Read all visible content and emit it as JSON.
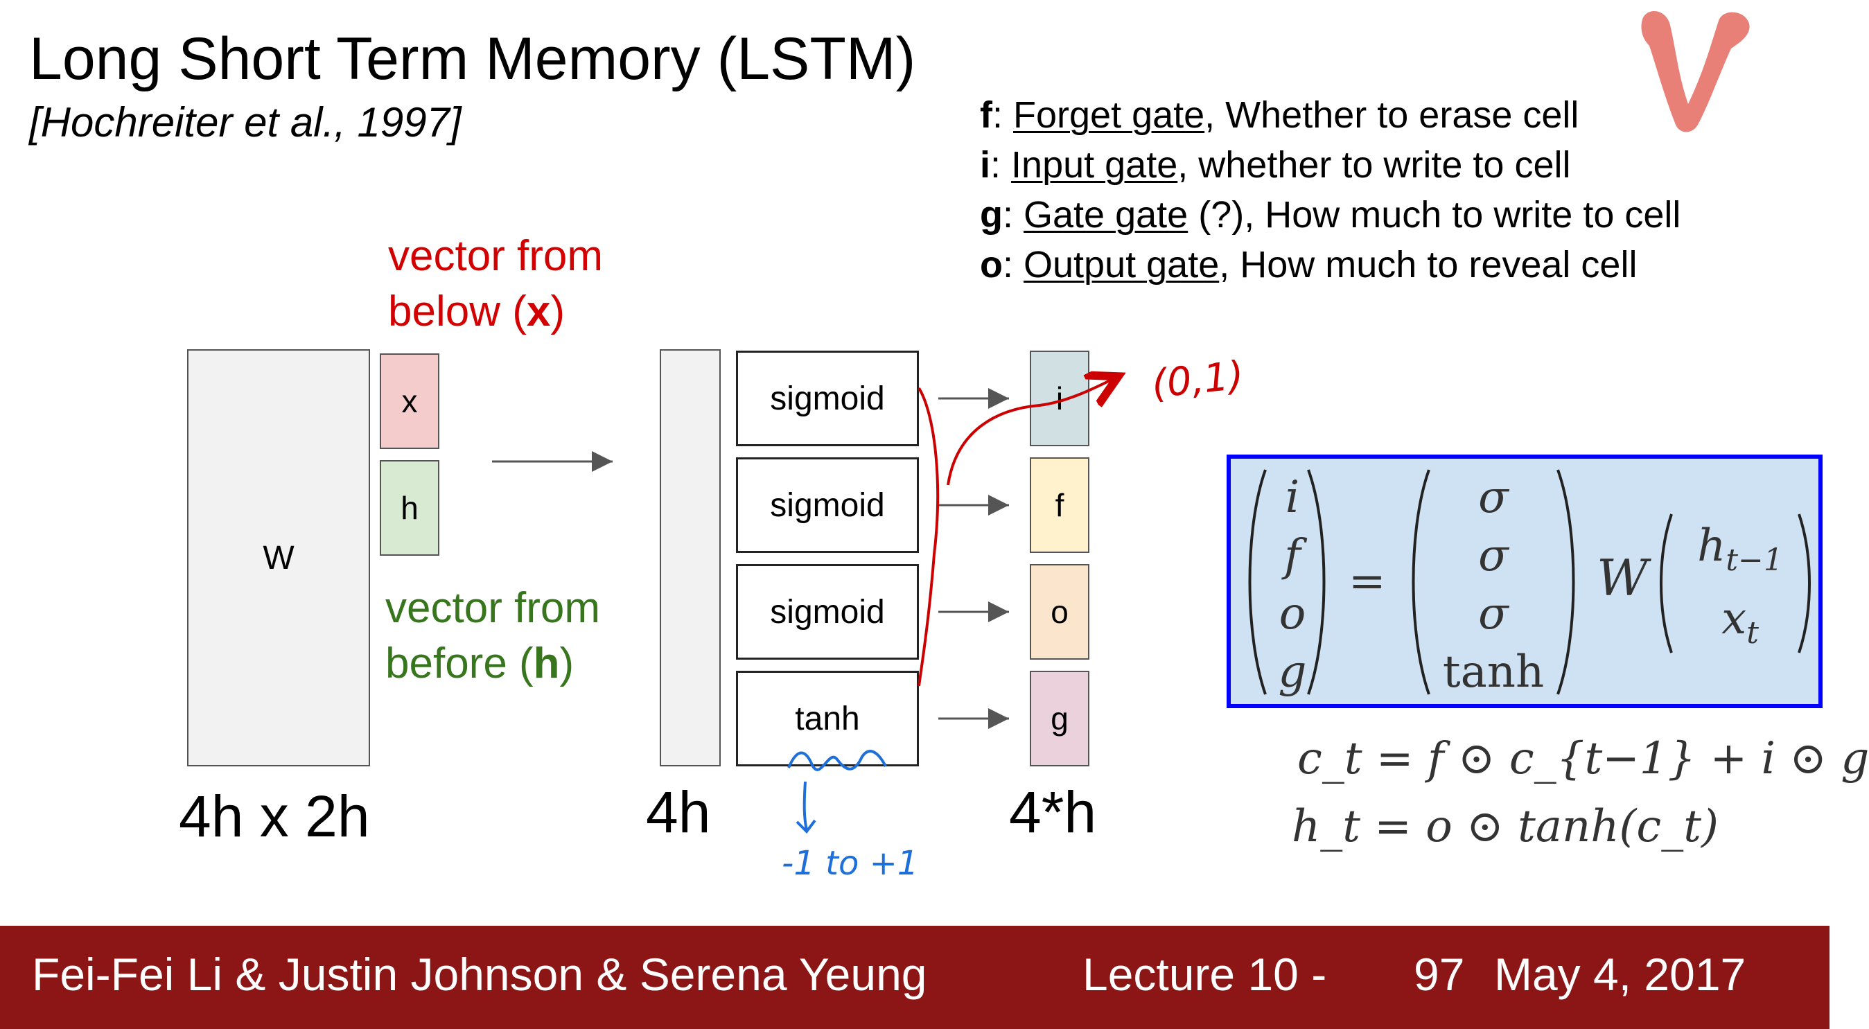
{
  "title": "Long Short Term Memory (LSTM)",
  "citation": "[Hochreiter et al., 1997]",
  "gates_legend": [
    {
      "key": "f",
      "name": "Forget gate",
      "desc": ", Whether to erase cell"
    },
    {
      "key": "i",
      "name": "Input gate",
      "desc": ", whether to write to cell"
    },
    {
      "key": "g",
      "name": "Gate gate",
      "desc": " (?), How much to write to cell"
    },
    {
      "key": "o",
      "name": "Output gate",
      "desc": ", How much to reveal cell"
    }
  ],
  "vector_x": {
    "line1": "vector from",
    "line2_pre": "below (",
    "var": "x",
    "line2_post": ")"
  },
  "vector_h": {
    "line1": "vector from",
    "line2_pre": "before (",
    "var": "h",
    "line2_post": ")"
  },
  "diagram": {
    "w_label": "W",
    "x_label": "x",
    "h_label": "h",
    "w_dims": "4h x 2h",
    "col_dims": "4h",
    "out_dims": "4*h",
    "activations": [
      "sigmoid",
      "sigmoid",
      "sigmoid",
      "tanh"
    ],
    "gates": [
      "i",
      "f",
      "o",
      "g"
    ]
  },
  "annotations": {
    "red_range": "(0,1)",
    "blue_range": "-1 to +1"
  },
  "formula": {
    "lhs": [
      "i",
      "f",
      "o",
      "g"
    ],
    "eq": "=",
    "funcs": [
      "σ",
      "σ",
      "σ",
      "tanh"
    ],
    "w": "W",
    "h_prev": "h",
    "h_prev_sub": "t−1",
    "x_t": "x",
    "x_t_sub": "t",
    "c_eq": "c_t = f ⊙ c_{t−1} + i ⊙ g",
    "h_eq": "h_t = o ⊙ tanh(c_t)"
  },
  "footer": {
    "authors": "Fei-Fei Li & Justin Johnson & Serena Yeung",
    "lecture": "Lecture 10 -",
    "page": "97",
    "date": "May 4, 2017"
  },
  "colors": {
    "footer_bg": "#8c1515",
    "red_label": "#d20000",
    "green_label": "#37761d",
    "formula_border": "#0000ff",
    "formula_bg": "#cfe2f3",
    "gate_i": "#d0e0e3",
    "gate_f": "#fff2cc",
    "gate_o": "#fce5cd",
    "gate_g": "#ead1dc",
    "x_box": "#f4cccc",
    "h_box": "#d9ead3"
  }
}
